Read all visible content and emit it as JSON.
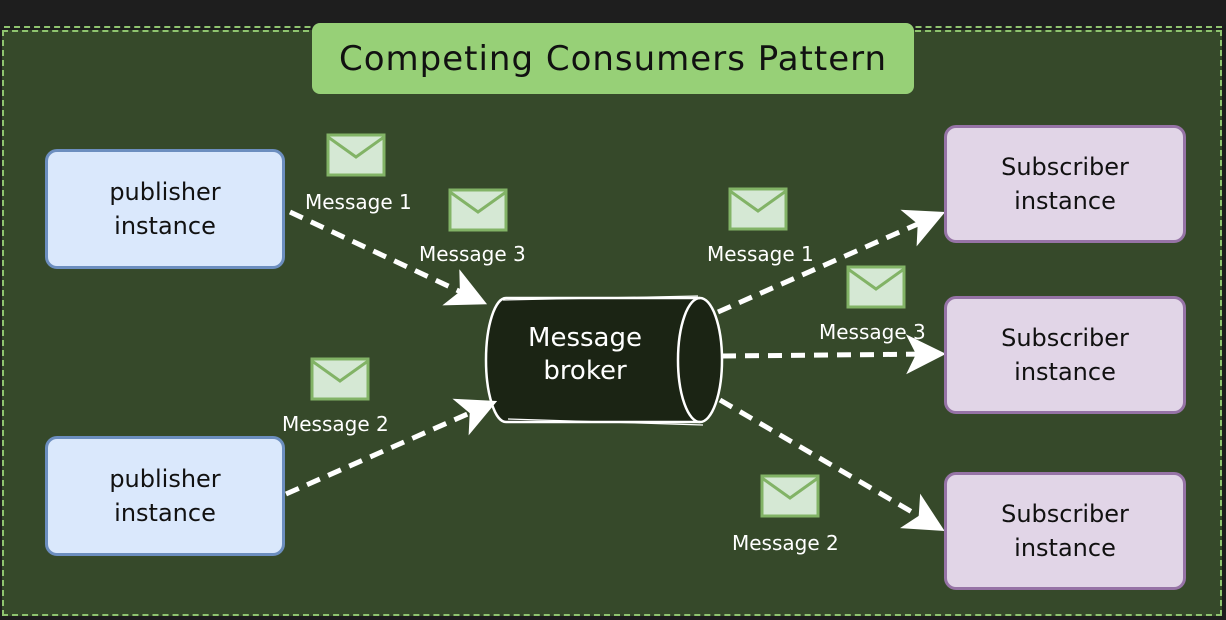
{
  "title": "Competing Consumers Pattern",
  "publishers": [
    {
      "line1": "publisher",
      "line2": "instance"
    },
    {
      "line1": "publisher",
      "line2": "instance"
    }
  ],
  "broker": {
    "line1": "Message",
    "line2": "broker"
  },
  "subscribers": [
    {
      "line1": "Subscriber",
      "line2": "instance"
    },
    {
      "line1": "Subscriber",
      "line2": "instance"
    },
    {
      "line1": "Subscriber",
      "line2": "instance"
    }
  ],
  "messages": {
    "pub1_msg1": "Message 1",
    "pub1_msg3": "Message 3",
    "pub2_msg2": "Message 2",
    "sub1_msg1": "Message 1",
    "sub2_msg3": "Message 3",
    "sub3_msg2": "Message 2"
  },
  "colors": {
    "background": "#36492a",
    "title_bg": "#97d077",
    "publisher_fill": "#dae8fc",
    "publisher_stroke": "#6c8ebf",
    "subscriber_fill": "#e1d5e7",
    "subscriber_stroke": "#9673a6",
    "broker_fill": "#1b2414",
    "envelope_fill": "#d5e8d4",
    "envelope_stroke": "#82b366"
  }
}
